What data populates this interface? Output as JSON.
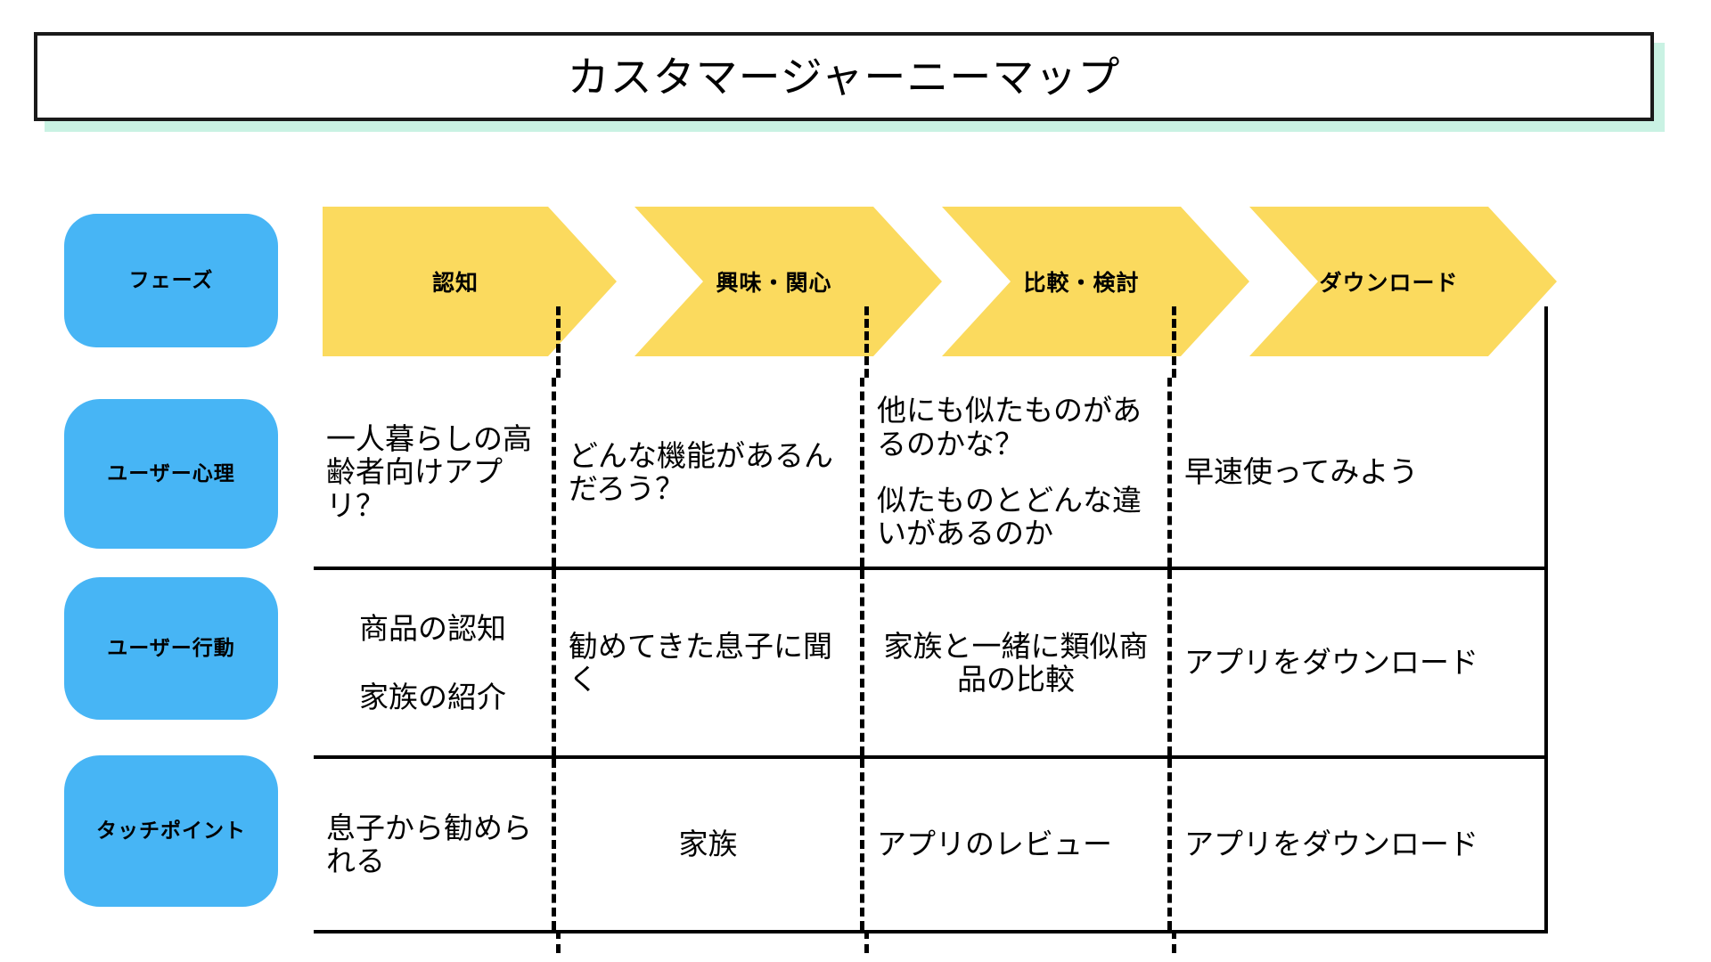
{
  "title": {
    "text": "カスタマージャーニーマップ",
    "shadow_color": "#c9f2e3",
    "border_color": "#1a1a1a"
  },
  "colors": {
    "pill_blue": "#47b5f5",
    "chevron_yellow": "#fbda5e",
    "line_black": "#000000",
    "background": "#ffffff"
  },
  "row_labels": [
    {
      "key": "phase",
      "label": "フェーズ"
    },
    {
      "key": "psychology",
      "label": "ユーザー心理"
    },
    {
      "key": "action",
      "label": "ユーザー行動"
    },
    {
      "key": "touchpoint",
      "label": "タッチポイント"
    }
  ],
  "phases": [
    {
      "label": "認知"
    },
    {
      "label": "興味・関心"
    },
    {
      "label": "比較・検討"
    },
    {
      "label": "ダウンロード"
    }
  ],
  "rows": [
    {
      "key": "psychology",
      "label": "ユーザー心理",
      "align": "left",
      "cells": [
        {
          "paragraphs": [
            "一人暮らしの高齢者向けアプリ？"
          ]
        },
        {
          "paragraphs": [
            "どんな機能があるんだろう？"
          ]
        },
        {
          "paragraphs": [
            "他にも似たものがあるのかな？",
            "似たものとどんな違いがあるのか"
          ]
        },
        {
          "paragraphs": [
            "早速使ってみよう"
          ]
        }
      ]
    },
    {
      "key": "action",
      "label": "ユーザー行動",
      "align": "mixed",
      "cells": [
        {
          "paragraphs": [
            "商品の認知",
            "家族の紹介"
          ],
          "align": "center"
        },
        {
          "paragraphs": [
            "勧めてきた息子に聞く"
          ],
          "align": "left"
        },
        {
          "paragraphs": [
            "家族と一緒に類似商品の比較"
          ],
          "align": "center"
        },
        {
          "paragraphs": [
            "アプリをダウンロード"
          ],
          "align": "left"
        }
      ]
    },
    {
      "key": "touchpoint",
      "label": "タッチポイント",
      "align": "mixed",
      "cells": [
        {
          "paragraphs": [
            "息子から勧められる"
          ],
          "align": "left"
        },
        {
          "paragraphs": [
            "家族"
          ],
          "align": "center"
        },
        {
          "paragraphs": [
            "アプリのレビュー"
          ],
          "align": "left"
        },
        {
          "paragraphs": [
            "アプリをダウンロード"
          ],
          "align": "left"
        }
      ]
    }
  ]
}
